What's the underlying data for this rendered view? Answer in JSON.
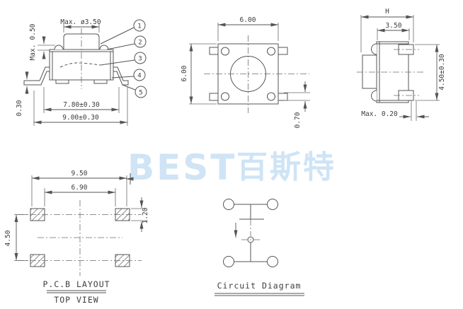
{
  "colors": {
    "line": "#545454",
    "text": "#3d3d3d",
    "watermark": "#cfe4f5",
    "background": "#ffffff"
  },
  "watermark": {
    "latin": "BEST",
    "cjk": "百斯特"
  },
  "front_view": {
    "dim_button_diameter": "Max. ø3.50",
    "dim_button_height": "0.50",
    "dim_button_height_qualifier": "Max.",
    "dim_lead_thickness": "0.30",
    "dim_pin_span": "7.80±0.30",
    "dim_overall_width": "9.00±0.30",
    "callouts": [
      "1",
      "2",
      "3",
      "4",
      "5"
    ]
  },
  "top_view": {
    "dim_width": "6.00",
    "dim_depth": "6.00",
    "dim_lead_width": "0.70"
  },
  "side_view": {
    "dim_overall_height": "H",
    "dim_body_top_width": "3.50",
    "dim_lead_span": "4.50±0.30",
    "dim_foot_clearance": "Max. 0.20"
  },
  "pcb_layout": {
    "dim_pad_span_outer": "9.50",
    "dim_pad_span_inner": "6.90",
    "dim_pad_height": "1.20",
    "dim_row_pitch": "4.50",
    "title": "P.C.B LAYOUT",
    "subtitle": "TOP VIEW"
  },
  "circuit_diagram": {
    "title": "Circuit Diagram"
  }
}
